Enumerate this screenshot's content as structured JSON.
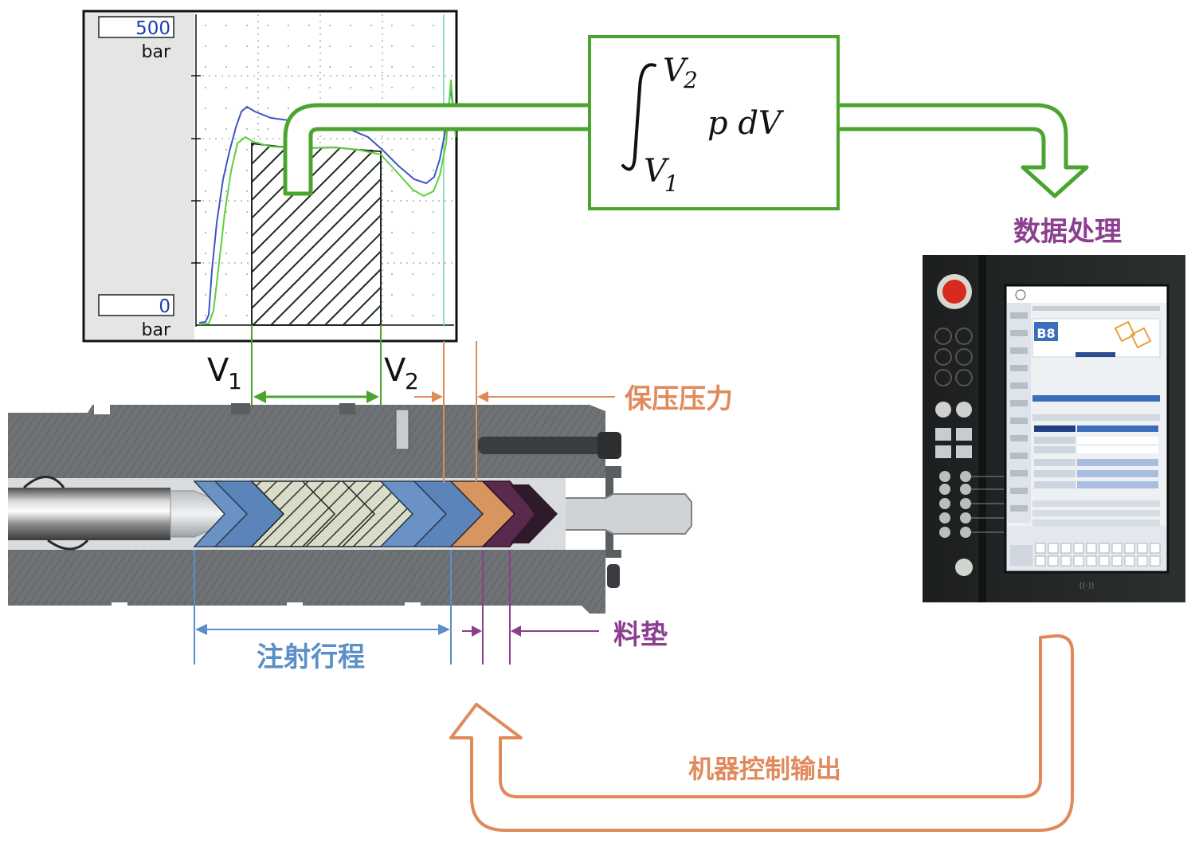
{
  "chart": {
    "y_max_value": "500",
    "y_min_value": "0",
    "y_unit": "bar",
    "v1": "V",
    "v1_sub": "1",
    "v2": "V",
    "v2_sub": "2"
  },
  "formula": {
    "upper_limit": "V",
    "upper_sub": "2",
    "lower_limit": "V",
    "lower_sub": "1",
    "integrand": "p dV"
  },
  "labels": {
    "data_processing": "数据处理",
    "holding_pressure": "保压压力",
    "cushion": "料垫",
    "injection_stroke": "注射行程",
    "machine_output": "机器控制输出"
  },
  "panel": {
    "badge": "B8"
  },
  "colors": {
    "green": "#4aa52e",
    "blue": "#5b8fc7",
    "orange": "#e08a5c",
    "purple": "#8a3f8f",
    "chart_blue_line": "#3d55c8",
    "chart_green_line": "#5fcf3f"
  }
}
